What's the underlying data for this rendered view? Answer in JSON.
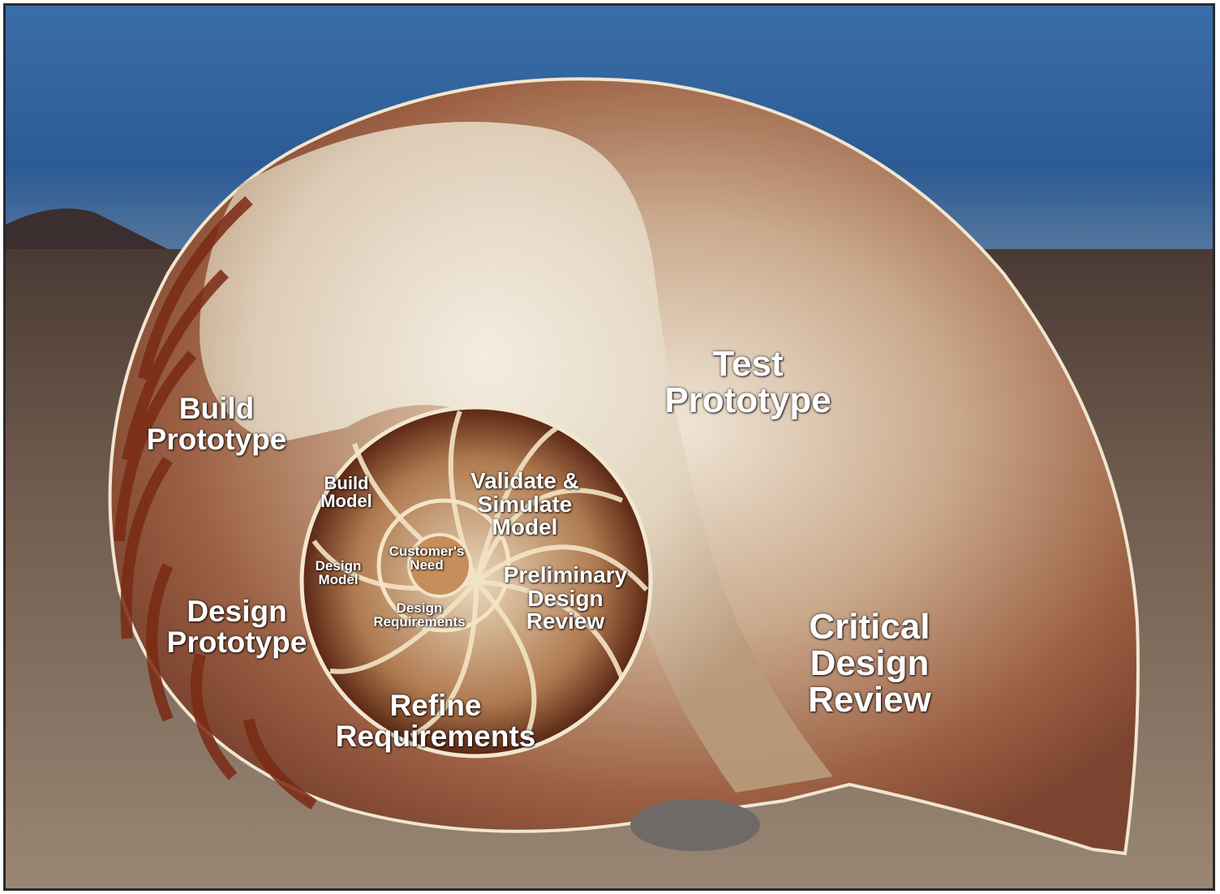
{
  "labels": {
    "test_prototype": "Test\nPrototype",
    "critical_design_review": "Critical\nDesign\nReview",
    "build_prototype": "Build\nPrototype",
    "design_prototype": "Design\nPrototype",
    "refine_requirements": "Refine\nRequirements",
    "preliminary_design_review": "Preliminary\nDesign\nReview",
    "validate_simulate_model": "Validate &\nSimulate\nModel",
    "build_model": "Build\nModel",
    "design_model": "Design\nModel",
    "customers_need": "Customer's\nNeed",
    "design_requirements": "Design\nRequirements"
  },
  "colors": {
    "sky": "#2f5f98",
    "sand": "#8a7460",
    "shell_outer": "#9a5a3c",
    "shell_inner": "#e8ddcc",
    "chamber_stripe": "#7a2a14",
    "label": "#ffffff"
  }
}
